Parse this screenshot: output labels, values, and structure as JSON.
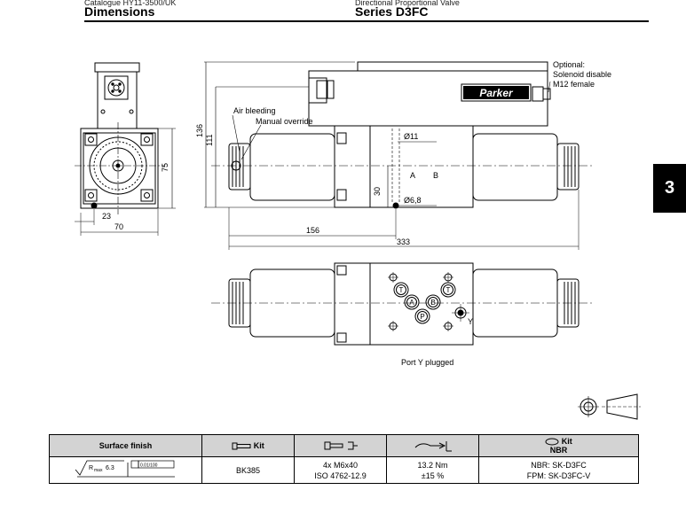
{
  "header": {
    "catalogue_partial": "Catalogue HY11-3500/UK",
    "left_title": "Dimensions",
    "right_partial": "Directional Proportional Valve",
    "right_title": "Series D3FC"
  },
  "side_tab": "3",
  "drawing": {
    "labels": {
      "optional": "Optional:",
      "solenoid_disable": "Solenoid disable",
      "m12_female": "M12 female",
      "air_bleeding": "Air bleeding",
      "manual_override": "Manual override",
      "brand": "Parker",
      "port_a": "A",
      "port_b": "B",
      "port_t": "T",
      "port_p": "P",
      "port_y": "Y"
    },
    "dims": {
      "d136": "136",
      "d111": "111",
      "d11": "Ø11",
      "d30": "30",
      "d68": "Ø6,8",
      "d156": "156",
      "d333": "333",
      "d75": "75",
      "d23": "23",
      "d70": "70"
    },
    "port_note": "Port Y plugged"
  },
  "table": {
    "headers": {
      "surface_finish": "Surface finish",
      "kit1": "Kit",
      "kit2_line1": "Kit",
      "kit2_line2": "NBR"
    },
    "row": {
      "rmax": "R",
      "rmax_sub": "max",
      "rmax_val": "6.3",
      "flatness": "0.01/100",
      "kit": "BK385",
      "bolts_line1": "4x M6x40",
      "bolts_line2": "ISO 4762-12.9",
      "torque_line1": "13.2 Nm",
      "torque_line2": "±15 %",
      "seal_line1": "NBR: SK-D3FC",
      "seal_line2": "FPM: SK-D3FC-V"
    }
  }
}
